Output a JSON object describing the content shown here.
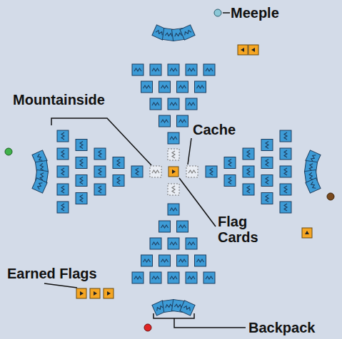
{
  "diagram": {
    "labels": [
      "Meeple",
      "Mountainside",
      "Cache",
      "Flag Cards",
      "Earned Flags",
      "Backpack"
    ]
  }
}
